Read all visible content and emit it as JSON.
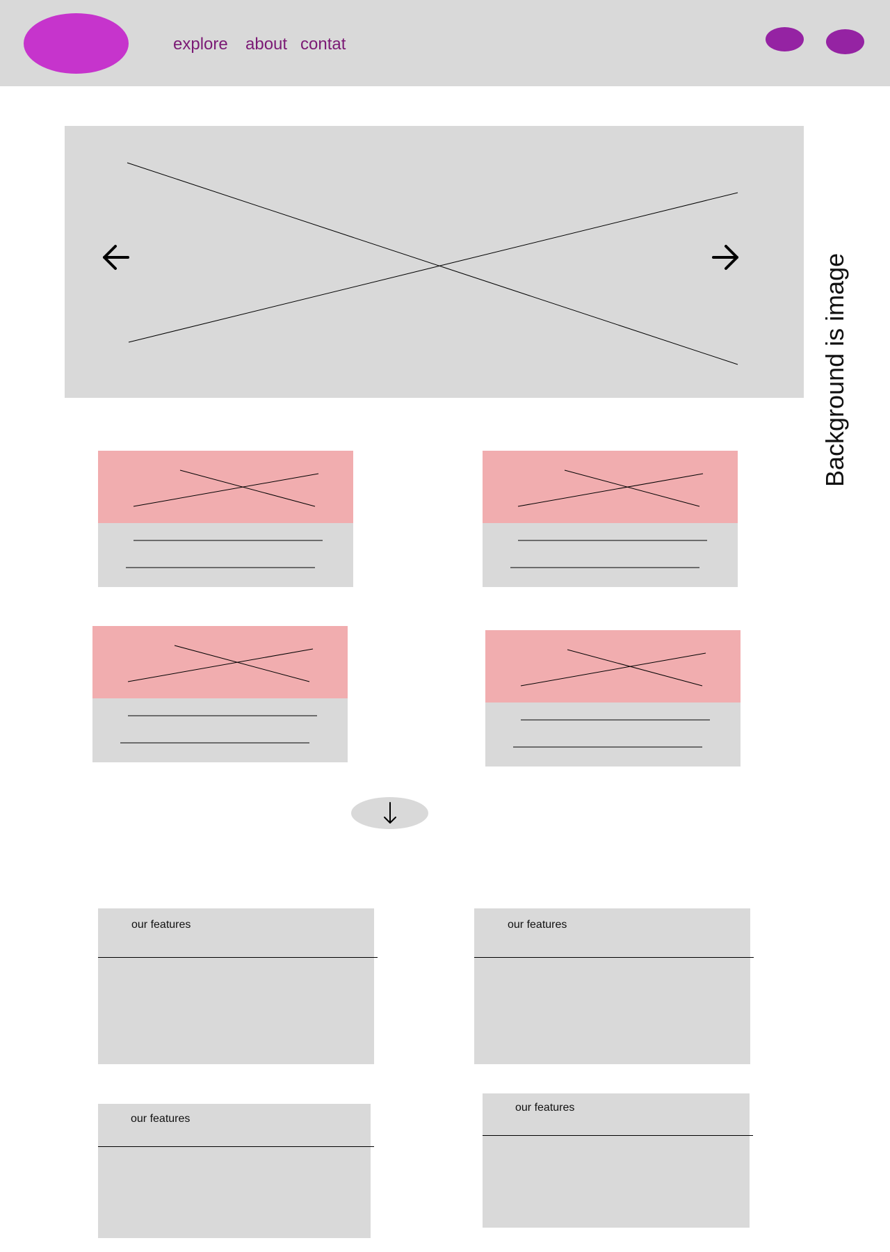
{
  "header": {
    "logo_icon": "logo-placeholder",
    "nav": [
      "explore",
      "about",
      "contat"
    ],
    "action_icons": [
      "circle-button-icon",
      "circle-button-icon"
    ],
    "colors": {
      "logo": "#c634cc",
      "nav_text": "#7b1a75",
      "buttons": "#9523a3",
      "bar": "#d9d9d9"
    }
  },
  "hero": {
    "placeholder": "image-placeholder",
    "prev_icon": "arrow-left-icon",
    "next_icon": "arrow-right-icon"
  },
  "cards": {
    "count": 4,
    "image_color": "#f1adaf",
    "body_color": "#d9d9d9"
  },
  "load_more": {
    "icon": "arrow-down-icon"
  },
  "features": {
    "items": [
      {
        "label": "our features"
      },
      {
        "label": "our features"
      },
      {
        "label": "our features"
      },
      {
        "label": "our features"
      }
    ]
  },
  "side_note": "Background is image"
}
